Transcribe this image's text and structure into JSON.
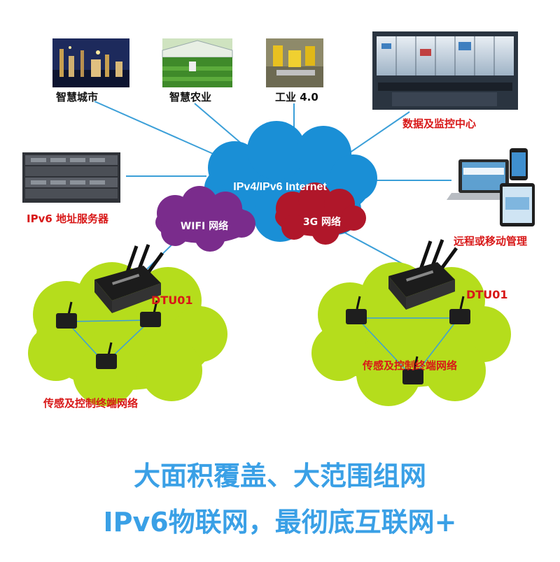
{
  "nodes": {
    "smart_city": "智慧城市",
    "smart_agri": "智慧农业",
    "industry": "工业 4.0",
    "data_center": "数据及监控中心",
    "server": "IPv6 地址服务器",
    "remote": "远程或移动管理"
  },
  "clouds": {
    "internet": "IPv4/IPv6 Internet",
    "wifi": "WIFI 网络",
    "g3": "3G 网络"
  },
  "left_cluster": {
    "dtu": "DTU01",
    "caption": "传感及控制终端网络"
  },
  "right_cluster": {
    "dtu": "DTU01",
    "caption": "传感及控制终端网络"
  },
  "headline": {
    "line1": "大面积覆盖、大范围组网",
    "line2": "IPv6物联网，最彻底互联网+"
  },
  "colors": {
    "internet_cloud": "#1a8fd6",
    "wifi_cloud": "#7a2c8c",
    "g3_cloud": "#b0172a",
    "field_cloud": "#b5dd1c",
    "link_line": "#3b9fd8",
    "headline": "#3aa0e6",
    "label_red": "#d81818"
  }
}
